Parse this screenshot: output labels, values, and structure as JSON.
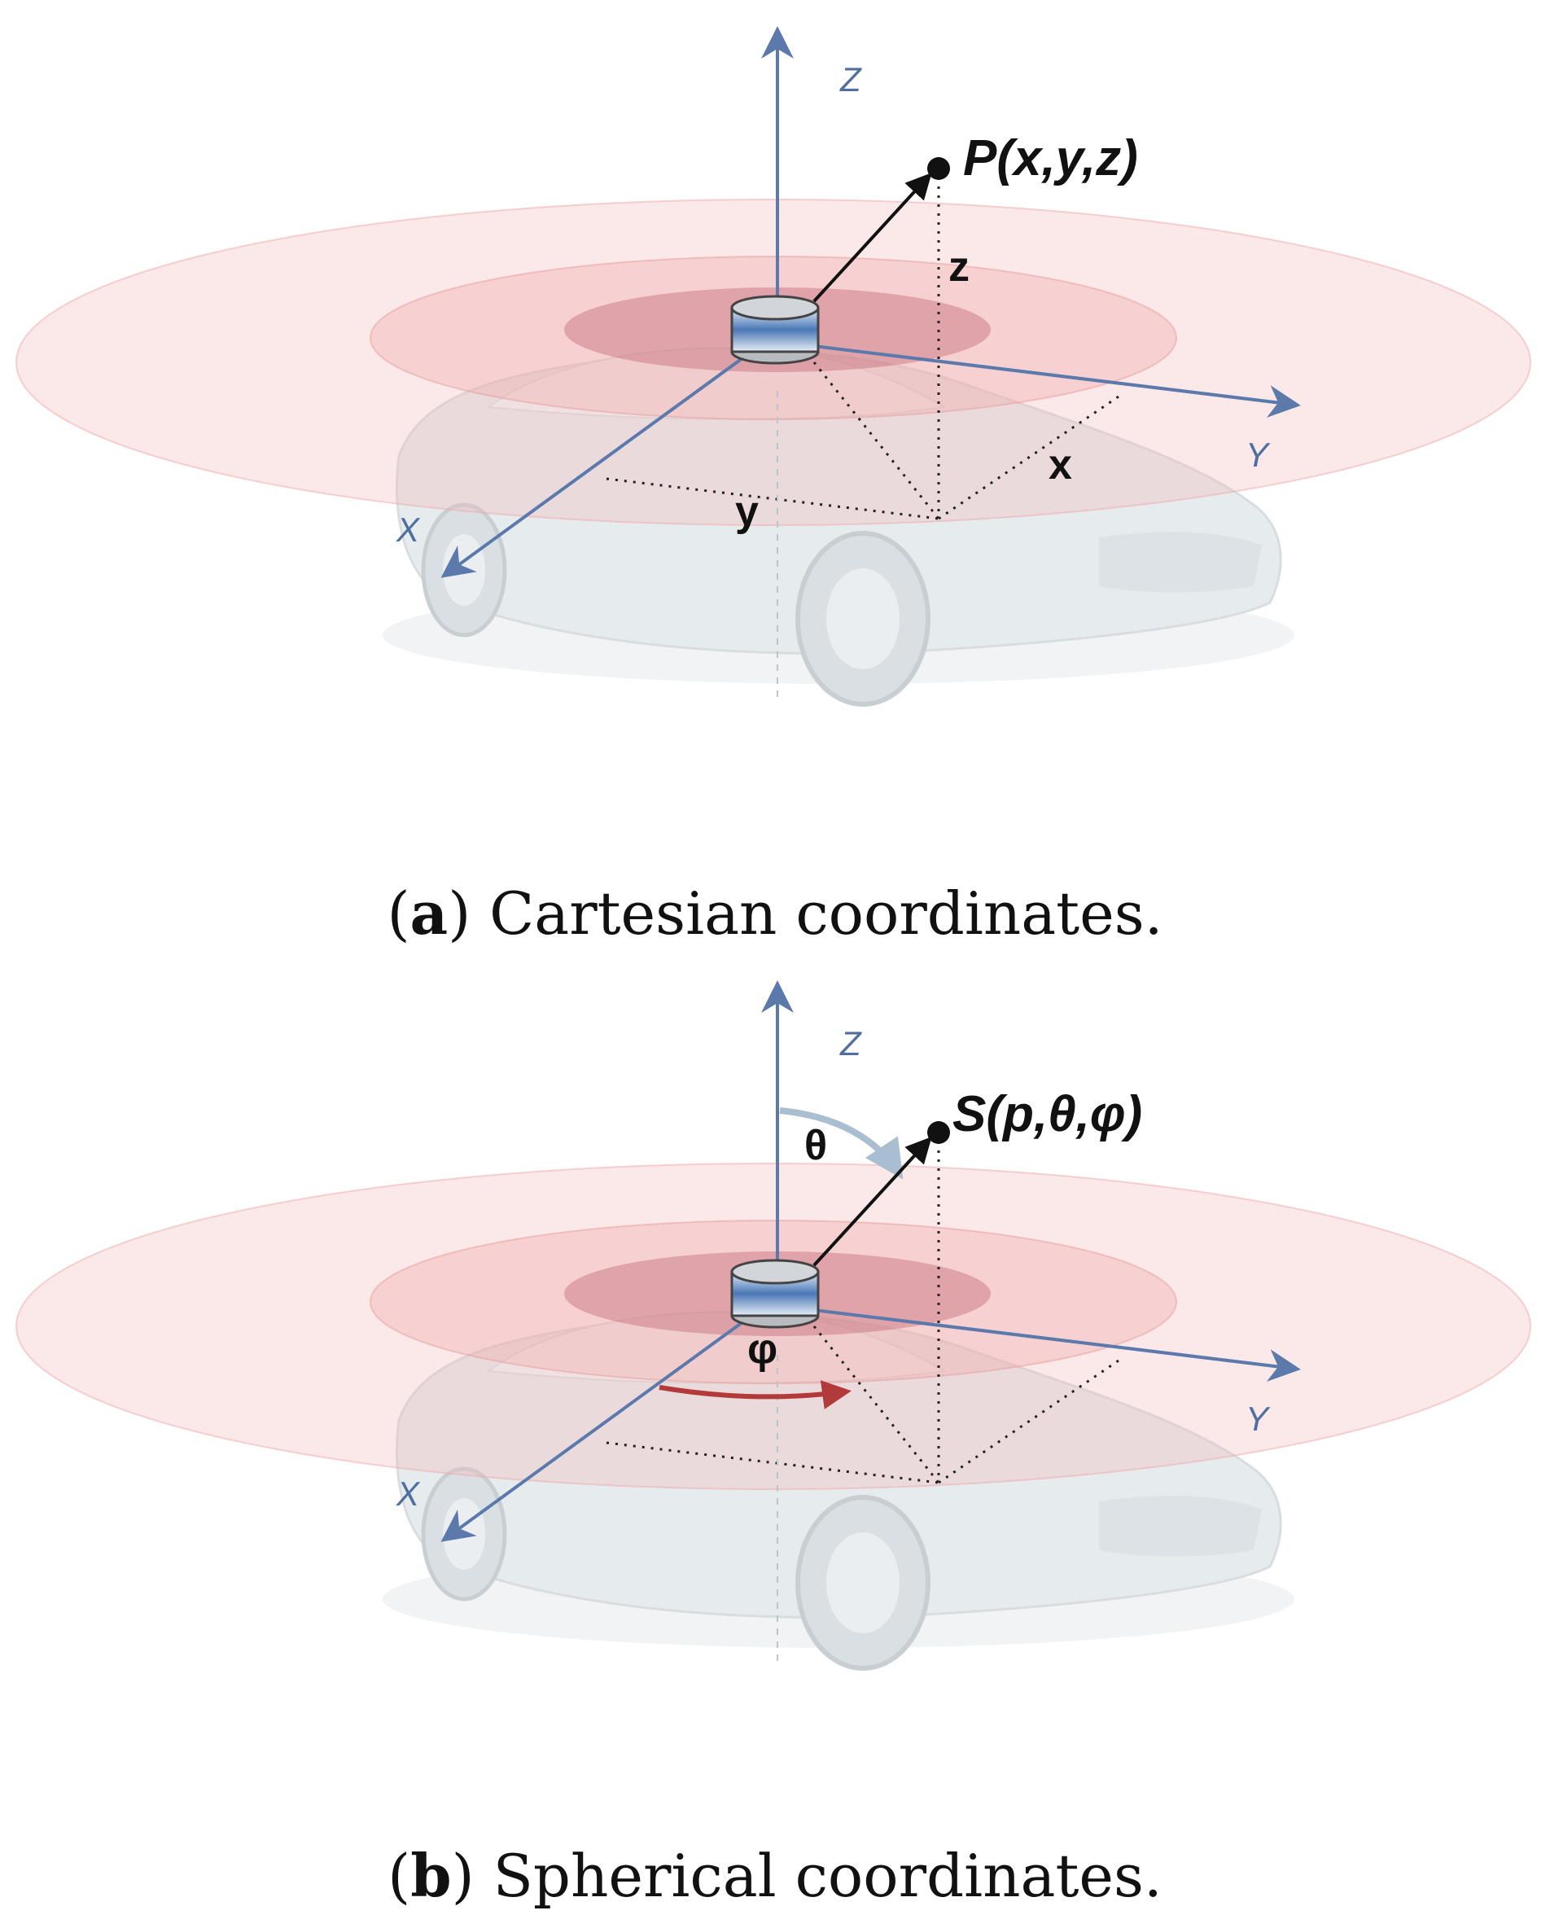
{
  "colors": {
    "axis": "#5b79ab",
    "range_ring": "#f4b6b6",
    "range_inner": "#c46a78",
    "theta_arrow": "#a9bed0",
    "phi_arrow": "#b23a3a",
    "car": "#e7ecef"
  },
  "panel_a": {
    "axes": {
      "z": "Z",
      "y": "Y",
      "x": "X"
    },
    "point_label": "P(x,y,z)",
    "components": {
      "x": "x",
      "y": "y",
      "z": "z"
    },
    "caption": {
      "open": "(",
      "letter": "a",
      "text": ") Cartesian coordinates."
    }
  },
  "panel_b": {
    "axes": {
      "z": "Z",
      "y": "Y",
      "x": "X"
    },
    "point_label": "S(p,θ,φ)",
    "angles": {
      "theta": "θ",
      "phi": "φ"
    },
    "caption": {
      "open": "(",
      "letter": "b",
      "text": ") Spherical coordinates."
    }
  },
  "icons": [
    "lidar-sensor-icon",
    "car-illustration"
  ]
}
